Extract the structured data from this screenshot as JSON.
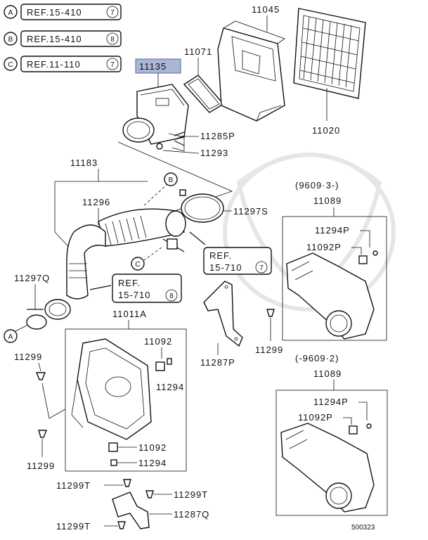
{
  "refs": [
    {
      "letter": "A",
      "text": "REF.15-410",
      "num": "7"
    },
    {
      "letter": "B",
      "text": "REF.15-410",
      "num": "8"
    },
    {
      "letter": "C",
      "text": "REF.11-110",
      "num": "7"
    }
  ],
  "highlight_part": "11135",
  "parts": {
    "p11045": "11045",
    "p11071": "11071",
    "p11020": "11020",
    "p11285p": "11285P",
    "p11293": "11293",
    "p11183": "11183",
    "p11296": "11296",
    "p11297s": "11297S",
    "p11297q": "11297Q",
    "p11299_a": "11299",
    "p11299_b": "11299",
    "p11299_c": "11299",
    "p11011a": "11011A",
    "p11092_a": "11092",
    "p11294_a": "11294",
    "p11092_b": "11092",
    "p11294_b": "11294",
    "p11287p_a": "11287P",
    "p11299t_a": "11299T",
    "p11299t_b": "11299T",
    "p11287q": "11287Q",
    "p11299t_c": "11299T",
    "p11089_a": "11089",
    "p11294p_a": "11294P",
    "p11092p_a": "11092P",
    "p11089_b": "11089",
    "p11294p_b": "11294P",
    "p11092p_b": "11092P"
  },
  "callouts": {
    "ref_box1_line1": "REF.",
    "ref_box1_line2": "15-710",
    "ref_box1_num": "7",
    "ref_box2_line1": "REF.",
    "ref_box2_line2": "15-710",
    "ref_box2_num": "8",
    "letter_a": "A",
    "letter_b": "B",
    "letter_c": "C"
  },
  "date_ranges": {
    "upper": "(9609·3-)",
    "lower": "(-9609·2)"
  },
  "drawing_number": "500323"
}
